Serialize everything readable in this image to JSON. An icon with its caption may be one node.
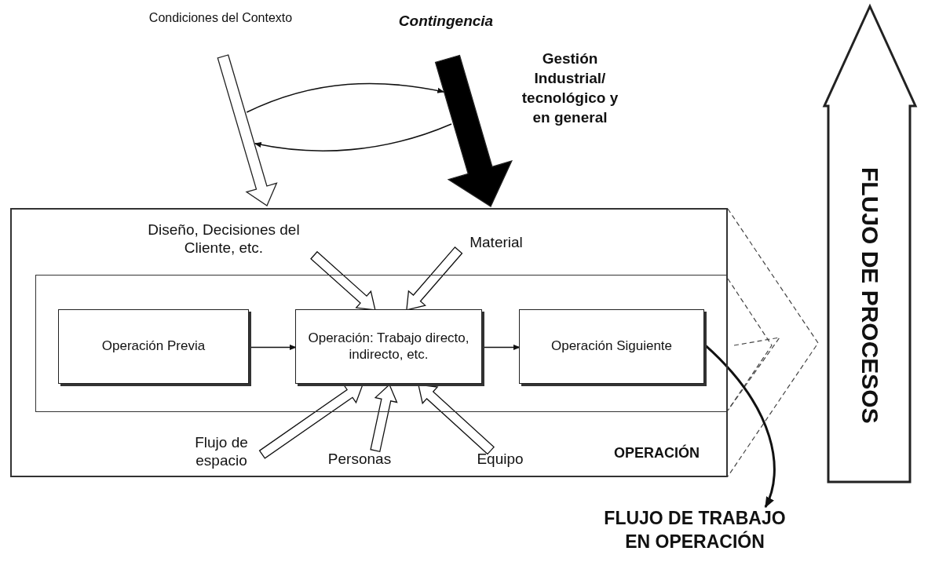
{
  "diagram": {
    "nodes": [
      {
        "text": [
          "Condiciones del Contexto"
        ]
      },
      {
        "text": [
          "Contingencia"
        ],
        "beside": [
          "Gestión Industrial/ tecnológico y en general"
        ]
      },
      {
        "text": [
          "FLUJO DE PROCESOS"
        ]
      },
      {
        "text": [
          "OPERACIÓN"
        ]
      },
      {
        "text": [
          "Diseño, Decisiones del Cliente, etc."
        ],
        "in": 3
      },
      {
        "text": [
          "Material"
        ],
        "in": 3
      },
      {
        "text": [],
        "shape": "box",
        "in": 3
      },
      {
        "text": [
          "Operación Previa"
        ],
        "in": 6
      },
      {
        "text": [
          "Operación: Trabajo directo, indirecto, etc."
        ],
        "in": 6
      },
      {
        "text": [
          "Operación Siguiente"
        ],
        "in": 6
      },
      {
        "text": [
          "Flujo de espacio"
        ],
        "in": 3
      },
      {
        "text": [
          "Personas"
        ],
        "in": 3
      },
      {
        "text": [
          "Equipo"
        ],
        "in": 3
      },
      {
        "text": [
          "FLUJO DE TRABAJO EN OPERACIÓN"
        ]
      }
    ],
    "edges": [
      {
        "from": 0,
        "to": 1,
        "arrow": "to"
      },
      {
        "from": 1,
        "to": 0,
        "arrow": "to"
      },
      {
        "from": 4,
        "to": 8,
        "arrow": "to",
        "style": "thick"
      },
      {
        "from": 5,
        "to": 8,
        "arrow": "to",
        "style": "thick"
      },
      {
        "from": 7,
        "to": 8,
        "arrow": "to"
      },
      {
        "from": 8,
        "to": 9,
        "arrow": "to"
      },
      {
        "from": 10,
        "to": 8,
        "arrow": "to",
        "style": "thick"
      },
      {
        "from": 11,
        "to": 8,
        "arrow": "to",
        "style": "thick"
      },
      {
        "from": 12,
        "to": 8,
        "arrow": "to",
        "style": "thick"
      },
      {
        "from": 9,
        "to": 13,
        "arrow": "to"
      }
    ]
  }
}
